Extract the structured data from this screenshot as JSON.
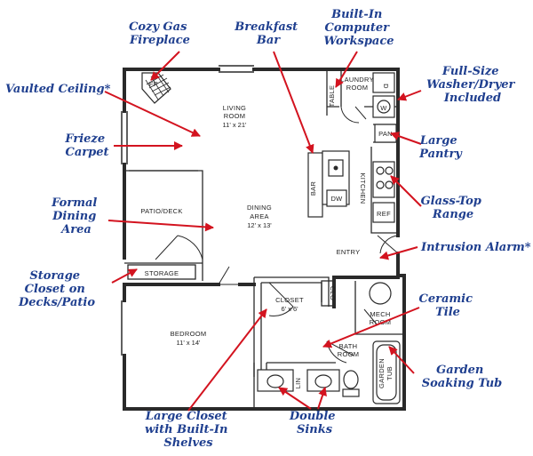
{
  "callouts": {
    "fireplace": [
      "Cozy Gas",
      "Fireplace"
    ],
    "bar": [
      "Breakfast",
      "Bar"
    ],
    "workspace": [
      "Built-In",
      "Computer",
      "Workspace"
    ],
    "vaulted": [
      "Vaulted Ceiling*"
    ],
    "washer": [
      "Full-Size",
      "Washer/Dryer",
      "Included"
    ],
    "frieze": [
      "Frieze",
      "Carpet"
    ],
    "pantry": [
      "Large",
      "Pantry"
    ],
    "dining": [
      "Formal",
      "Dining",
      "Area"
    ],
    "range": [
      "Glass-Top",
      "Range"
    ],
    "alarm": [
      "Intrusion Alarm*"
    ],
    "storage": [
      "Storage",
      "Closet on",
      "Decks/Patio"
    ],
    "tile": [
      "Ceramic",
      "Tile"
    ],
    "tub": [
      "Garden",
      "Soaking Tub"
    ],
    "closet": [
      "Large Closet",
      "with Built-In",
      "Shelves"
    ],
    "sinks": [
      "Double",
      "Sinks"
    ]
  },
  "rooms": {
    "living": "LIVING",
    "living2": "ROOM",
    "living_dim": "11' x 21'",
    "dining": "DINING",
    "dining2": "AREA",
    "dining_dim": "12' x 13'",
    "patio": "PATIO/DECK",
    "storage": "STORAGE",
    "bedroom": "BEDROOM",
    "bedroom_dim": "11' x 14'",
    "closet": "CLOSET",
    "closet_dim": "6' x 6'",
    "clo": "CLO",
    "laundry": "LAUNDRY",
    "laundry2": "ROOM",
    "table": "TABLE",
    "kitchen": "KITCHEN",
    "bar": "BAR",
    "pan": "PAN",
    "ref": "REF",
    "dw": "DW",
    "entry": "ENTRY",
    "mech": "MECH",
    "mech2": "ROOM",
    "bath": "BATH",
    "bath2": "ROOM",
    "garden_tub": "GARDEN",
    "garden_tub2": "TUB",
    "fp": "FP",
    "wd_w": "W",
    "wd_d": "D",
    "lin": "LIN"
  },
  "colors": {
    "callout": "#1f3f8f",
    "arrow": "#d3131f",
    "wall": "#2a2a2a"
  }
}
